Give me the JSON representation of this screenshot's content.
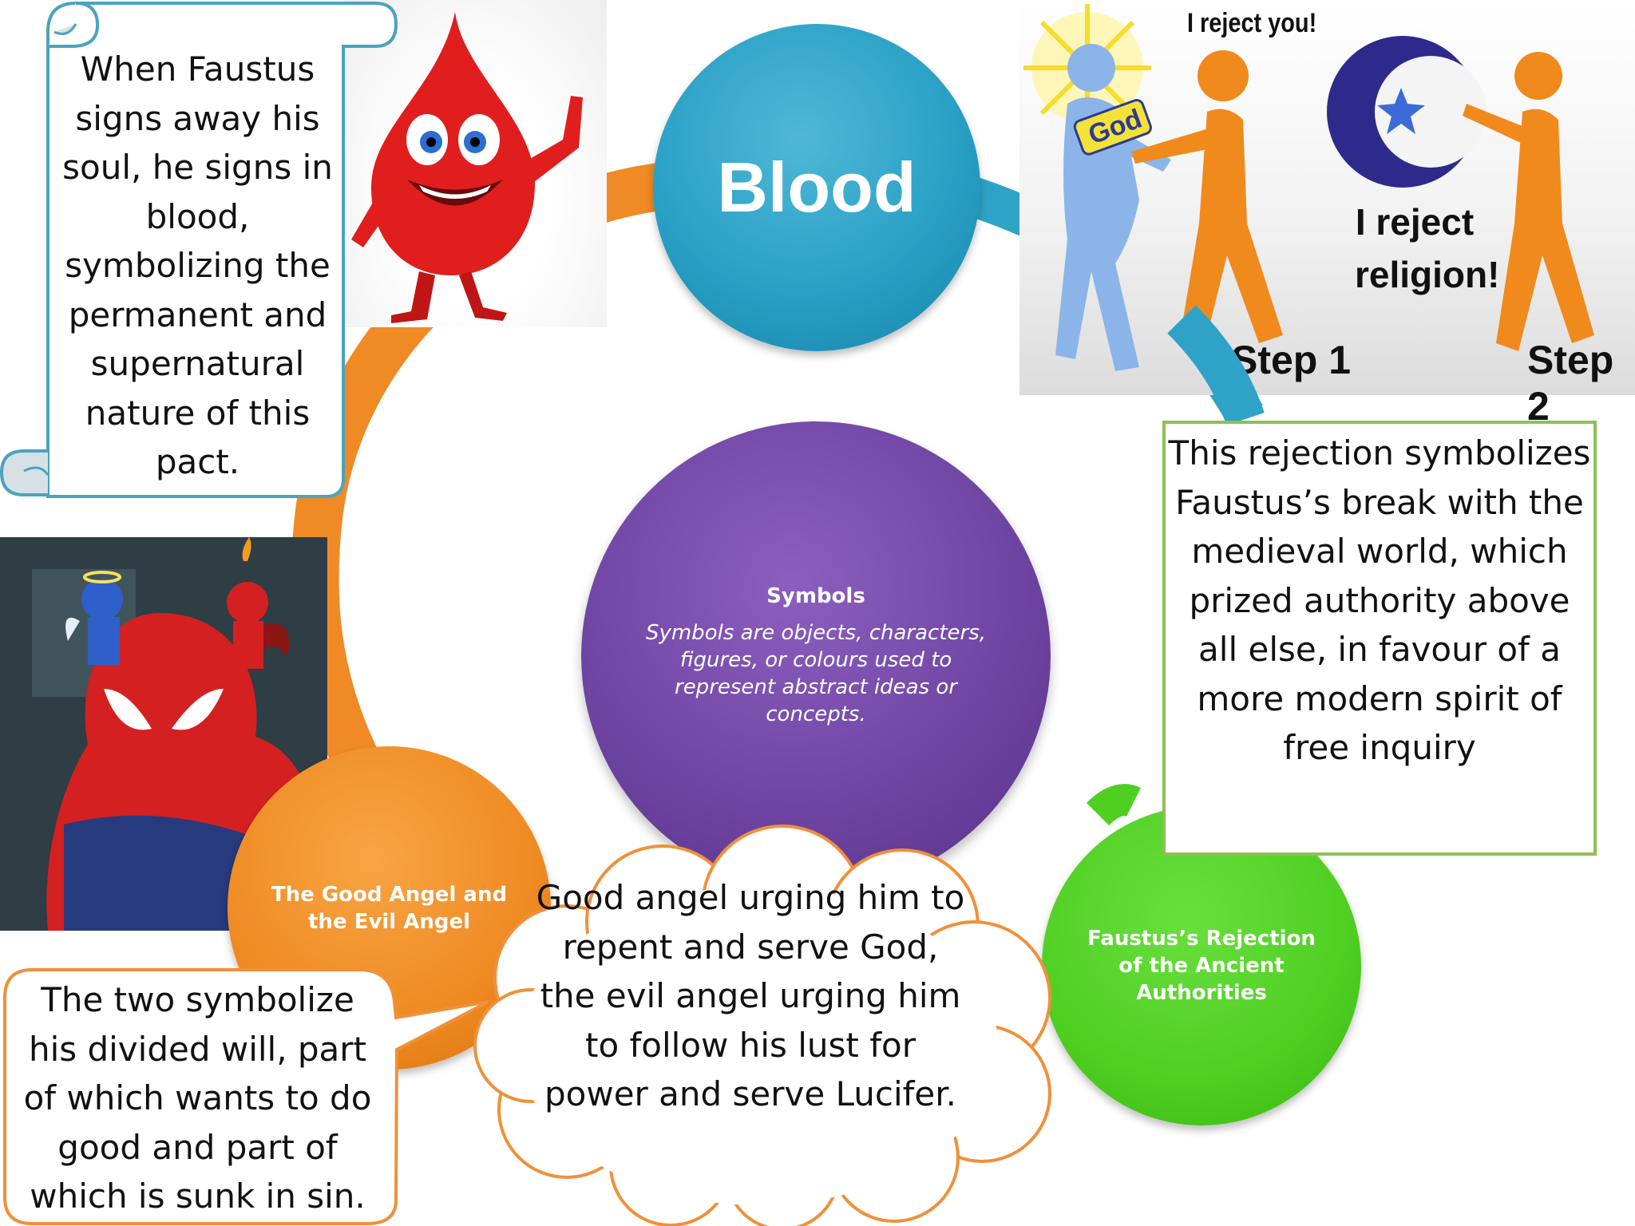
{
  "center": {
    "title": "Symbols",
    "description": "Symbols are objects, characters, figures, or colours used to represent abstract ideas or concepts."
  },
  "nodes": {
    "blood": "Blood",
    "angels": "The Good Angel and the Evil Angel",
    "rejection": "Faustus’s Rejection of the Ancient Authorities"
  },
  "callouts": {
    "blood_scroll": "When Faustus signs away his soul, he signs in blood, symbolizing the permanent and supernatural nature of this pact.",
    "rejection_box": "This rejection symbolizes Faustus’s break with the medieval world, which prized authority above all else, in favour of a more modern spirit of free inquiry",
    "angels_bubble": "The two symbolize his divided will, part of which wants to do good and part of which is sunk in sin.",
    "angels_cloud": "Good angel urging him to repent and serve God, the evil angel urging him to follow his lust for power and serve Lucifer."
  },
  "rejection_image": {
    "label_god": "God",
    "quote_1": "I reject you!",
    "quote_2": "I reject religion!",
    "step_1": "Step 1",
    "step_2": "Step 2"
  },
  "colors": {
    "blood_node": "#2aa0c6",
    "symbols_node": "#6f45a3",
    "angel_node": "#ef8a22",
    "rejection_node": "#4fcf22",
    "orange_arc": "#f08a24",
    "blue_arc": "#2ea3c7",
    "scroll_border": "#4aa3bf",
    "box_border": "#8dc054",
    "callout_border": "#f0903a"
  }
}
